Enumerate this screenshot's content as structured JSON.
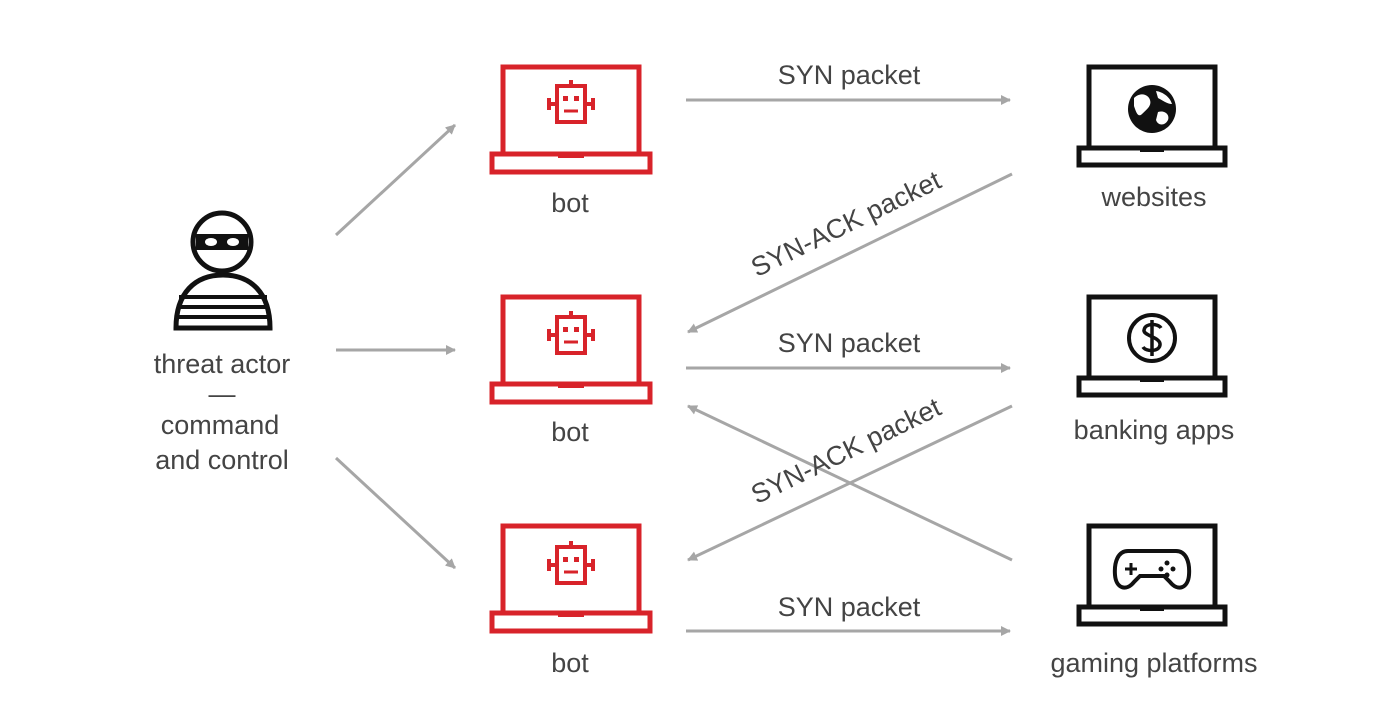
{
  "colors": {
    "bot": "#d8232a",
    "target": "#111111",
    "arrow": "#a6a6a6",
    "text": "#444444",
    "background": "#ffffff"
  },
  "actor": {
    "icon": "burglar-icon",
    "label_line1": "threat actor",
    "separator": "—",
    "label_line2": "command",
    "label_line3": "and control"
  },
  "bots": [
    {
      "label": "bot",
      "icon": "robot-icon"
    },
    {
      "label": "bot",
      "icon": "robot-icon"
    },
    {
      "label": "bot",
      "icon": "robot-icon"
    }
  ],
  "targets": [
    {
      "label": "websites",
      "icon": "globe-icon"
    },
    {
      "label": "banking apps",
      "icon": "dollar-icon"
    },
    {
      "label": "gaming platforms",
      "icon": "gamepad-icon"
    }
  ],
  "packets": {
    "syn_1": "SYN packet",
    "syn_2": "SYN packet",
    "syn_3": "SYN packet",
    "synack_1": "SYN-ACK packet",
    "synack_2": "SYN-ACK packet"
  }
}
